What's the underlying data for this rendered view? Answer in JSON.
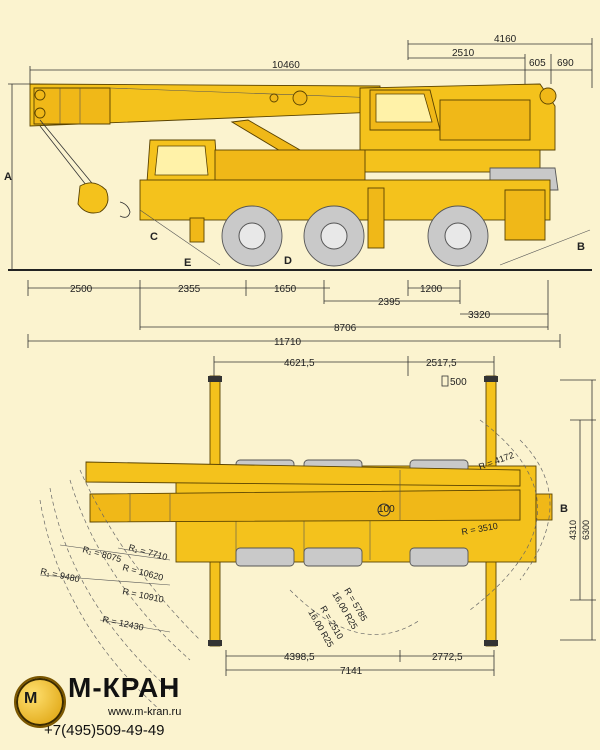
{
  "side_view": {
    "dims_top": {
      "d4160": "4160",
      "d2510": "2510",
      "d10460": "10460",
      "d605": "605",
      "d690": "690"
    },
    "dims_bottom": {
      "d2500": "2500",
      "d2355": "2355",
      "d1650": "1650",
      "d1200": "1200",
      "d2395": "2395",
      "d3320": "3320",
      "d8706": "8706",
      "d11710": "11710"
    },
    "letters": {
      "a": "A",
      "c": "C",
      "e": "E",
      "d": "D",
      "b": "B"
    }
  },
  "top_view": {
    "dims": {
      "d4621": "4621,5",
      "d2517": "2517,5",
      "d500": "500",
      "d100": "100",
      "d4398": "4398,5",
      "d7141": "7141",
      "d2772": "2772,5",
      "d4310": "4310",
      "d6300": "6300",
      "b": "B"
    },
    "radii": {
      "r4172": "R = 4172",
      "r3510": "R = 3510",
      "r7710": "R₁ = 7710",
      "r8075": "R₁ = 8075",
      "r10620": "R = 10620",
      "r9480": "R₁ = 9480",
      "r10910": "R = 10910",
      "r12430": "R = 12430",
      "r5785": "R = 5785",
      "r16": "16.00 R25",
      "r2510": "R = 2510",
      "r16b": "16.00 R25"
    }
  },
  "brand": {
    "mark_text": "M",
    "name": "М-КРАН",
    "site": "www.m-kran.ru",
    "phone": "+7(495)509-49-49"
  }
}
